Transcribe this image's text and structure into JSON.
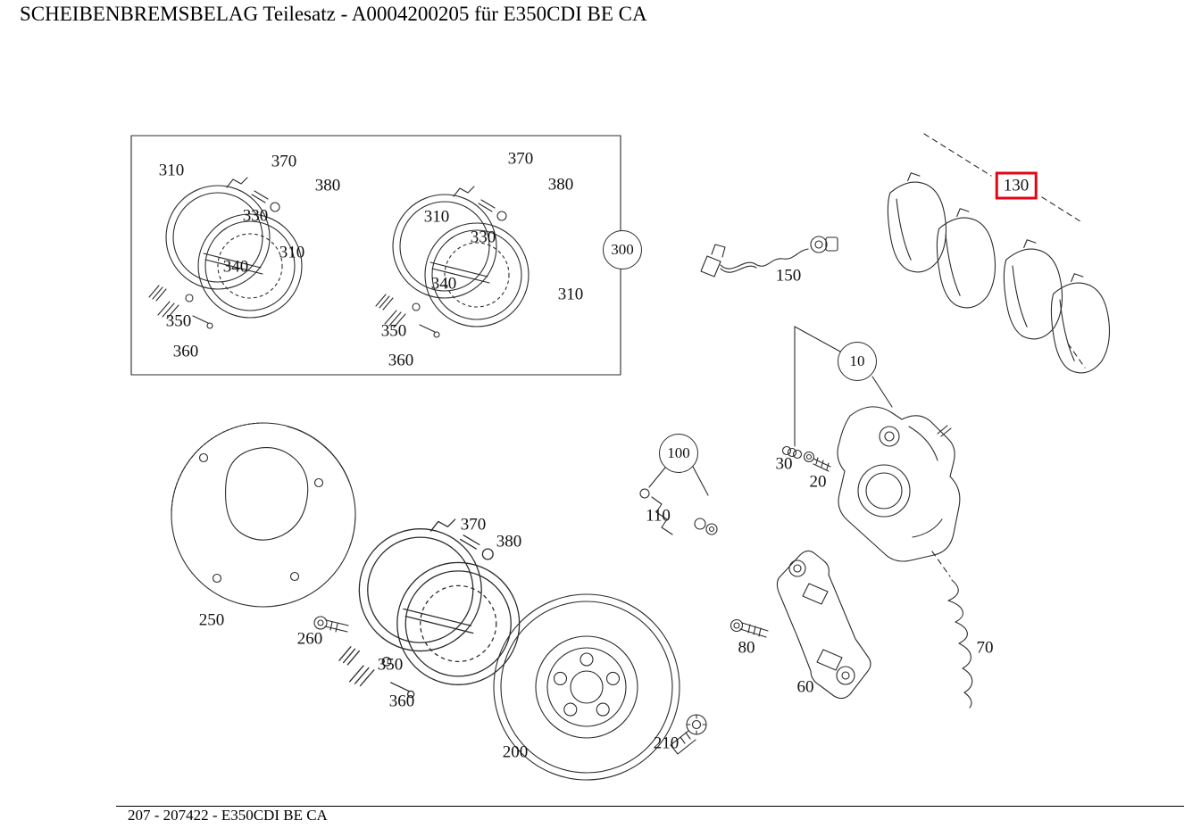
{
  "page": {
    "title": "SCHEIBENBREMSBELAG Teilesatz - A0004200205 für E350CDI BE CA",
    "footer": "207 - 207422 - E350CDI BE CA"
  },
  "diagram": {
    "line_color": "#2b2b2b",
    "highlight_color": "#e30613",
    "highlighted_part": "130",
    "balloons": [
      {
        "part": "300"
      },
      {
        "part": "10"
      },
      {
        "part": "100"
      }
    ],
    "labels": [
      {
        "part": "310"
      },
      {
        "part": "370"
      },
      {
        "part": "380"
      },
      {
        "part": "330"
      },
      {
        "part": "310"
      },
      {
        "part": "340"
      },
      {
        "part": "350"
      },
      {
        "part": "360"
      },
      {
        "part": "370"
      },
      {
        "part": "380"
      },
      {
        "part": "310"
      },
      {
        "part": "330"
      },
      {
        "part": "340"
      },
      {
        "part": "310"
      },
      {
        "part": "350"
      },
      {
        "part": "360"
      },
      {
        "part": "150"
      },
      {
        "part": "130",
        "highlighted": true
      },
      {
        "part": "30"
      },
      {
        "part": "20"
      },
      {
        "part": "110"
      },
      {
        "part": "250"
      },
      {
        "part": "260"
      },
      {
        "part": "370"
      },
      {
        "part": "380"
      },
      {
        "part": "350"
      },
      {
        "part": "360"
      },
      {
        "part": "200"
      },
      {
        "part": "210"
      },
      {
        "part": "80"
      },
      {
        "part": "60"
      },
      {
        "part": "70"
      }
    ]
  }
}
